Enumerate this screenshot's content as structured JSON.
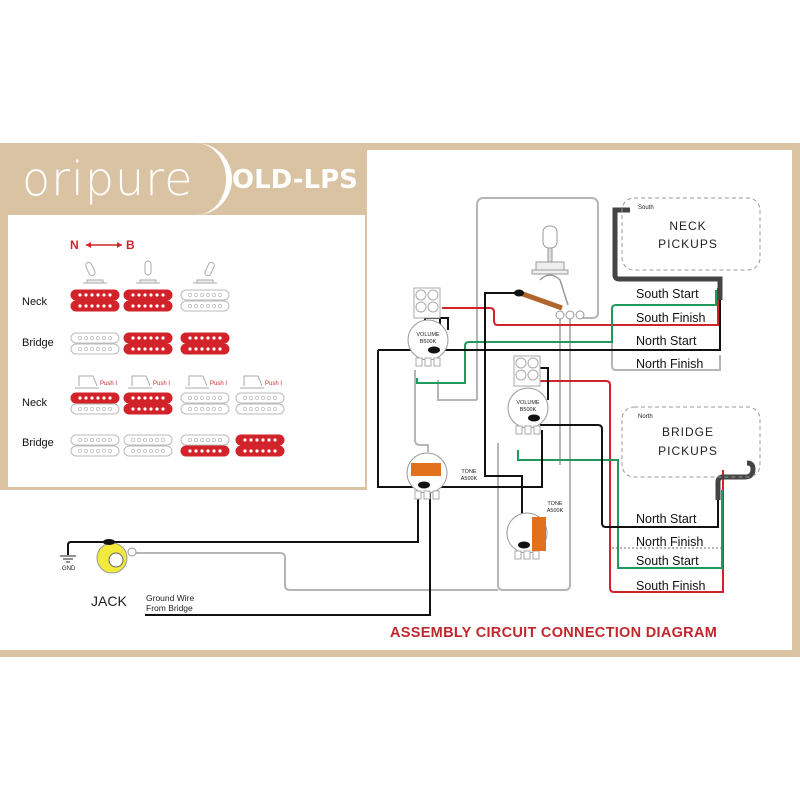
{
  "brand": {
    "logo": "oripure",
    "model": "OLD-LPS"
  },
  "selector_chart": {
    "direction": {
      "from": "N",
      "to": "B"
    },
    "row_labels": [
      "Neck",
      "Bridge",
      "Neck",
      "Bridge"
    ],
    "push_label": "Push I",
    "active_color": "#d2232a",
    "toggle_positions": [
      "neck",
      "middle",
      "bridge"
    ],
    "table_1": {
      "neck": [
        [
          true,
          true
        ],
        [
          true,
          true
        ],
        [
          false,
          false
        ]
      ],
      "bridge": [
        [
          false,
          false
        ],
        [
          true,
          true
        ],
        [
          true,
          true
        ]
      ]
    },
    "table_2": {
      "neck": [
        [
          true,
          false
        ],
        [
          true,
          true
        ],
        [
          false,
          false
        ],
        [
          false,
          false
        ]
      ],
      "bridge": [
        [
          false,
          false
        ],
        [
          false,
          false
        ],
        [
          false,
          true
        ],
        [
          true,
          true
        ]
      ]
    }
  },
  "diagram": {
    "title": "ASSEMBLY CIRCUIT CONNECTION DIAGRAM",
    "neck_pickup": {
      "pole": "South",
      "line1": "NECK",
      "line2": "PICKUPS",
      "leads": [
        "South Start",
        "South Finish",
        "North Start",
        "North Finish"
      ]
    },
    "bridge_pickup": {
      "pole": "North",
      "line1": "BRIDGE",
      "line2": "PICKUPS",
      "leads": [
        "North Start",
        "North Finish",
        "South Start",
        "South Finish"
      ]
    },
    "volume_label": [
      "VOLUME",
      "B500K"
    ],
    "tone_label": [
      "TONE",
      "A500K"
    ],
    "jack": "JACK",
    "gnd": "GND",
    "ground_wire": [
      "Ground Wire",
      "From Bridge"
    ],
    "colors": {
      "black": "#111111",
      "red": "#d2232a",
      "green": "#1e9a5a",
      "gray": "#b5b5b5",
      "orange": "#e2711d",
      "brass": "#b0652c",
      "jack": "#f1ea3a"
    }
  }
}
